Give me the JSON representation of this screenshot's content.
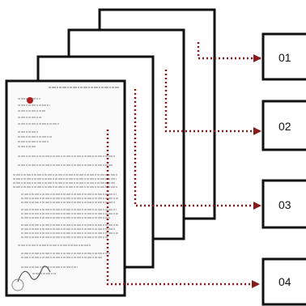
{
  "colors": {
    "arrow": "#8b1a1a",
    "page_border": "#111111",
    "box_border": "#111111",
    "doc_text": "#9a9a9a",
    "seal": "#b02020"
  },
  "labels": [
    "01",
    "02",
    "03",
    "04"
  ]
}
